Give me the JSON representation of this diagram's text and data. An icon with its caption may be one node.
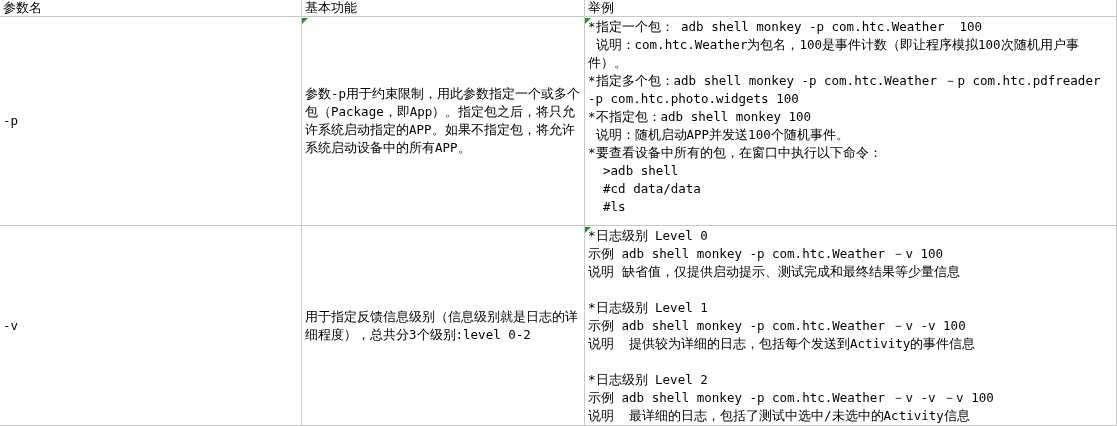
{
  "diagram": {
    "labels": [
      "参数名",
      "基本功能",
      "举例",
      "-p",
      "参数-p用于约束限制，用此参数指定一个或多个包（Package，即App）。指定包之后，将只允许系统启动指定的APP。如果不指定包，将允许系统启动设备中的所有APP。",
      "*指定一个包： adb shell monkey -p com.htc.Weather  100",
      " 说明：com.htc.Weather为包名，100是事件计数（即让程序模拟100次随机用户事件）。",
      "*指定多个包：adb shell monkey -p com.htc.Weather －p com.htc.pdfreader  -p com.htc.photo.widgets 100",
      "*不指定包：adb shell monkey 100",
      " 说明：随机启动APP并发送100个随机事件。",
      "*要查看设备中所有的包，在窗口中执行以下命令：",
      "  >adb shell",
      "  #cd data/data",
      "  #ls",
      "-v",
      "用于指定反馈信息级别（信息级别就是日志的详细程度），总共分3个级别:level 0-2",
      "*日志级别 Level 0",
      "示例 adb shell monkey -p com.htc.Weather －v 100",
      "说明 缺省值，仅提供启动提示、测试完成和最终结果等少量信息",
      "*日志级别 Level 1",
      "示例 adb shell monkey -p com.htc.Weather －v -v 100",
      "说明  提供较为详细的日志，包括每个发送到Activity的事件信息",
      "*日志级别 Level 2",
      "示例 adb shell monkey -p com.htc.Weather －v -v －v 100",
      "说明  最详细的日志，包括了测试中选中/未选中的Activity信息"
    ]
  }
}
